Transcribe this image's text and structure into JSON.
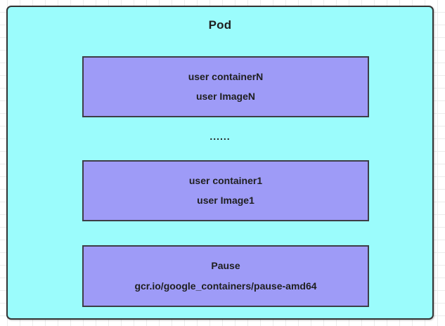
{
  "diagram": {
    "title": "Pod",
    "ellipsis": "......",
    "colors": {
      "pod_fill": "#9bfcfc",
      "pod_border": "#333333",
      "container_fill": "#9e9bf7",
      "container_border": "#3d3d46",
      "text": "#1f1f1f",
      "grid": "#ececec",
      "background": "#ffffff"
    },
    "containers": [
      {
        "id": "containerN",
        "name": "user containerN",
        "image": "user ImageN"
      },
      {
        "id": "container1",
        "name": "user container1",
        "image": "user Image1"
      },
      {
        "id": "pause",
        "name": "Pause",
        "image": "gcr.io/google_containers/pause-amd64"
      }
    ]
  }
}
